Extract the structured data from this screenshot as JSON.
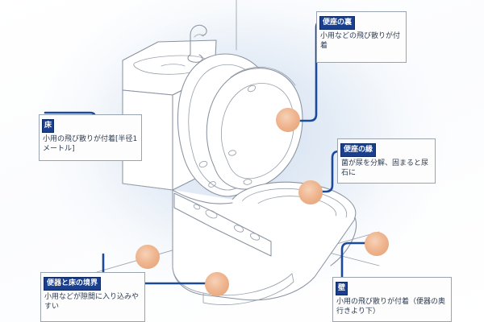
{
  "diagram": {
    "title_alt": "トイレの汚れやすい場所",
    "background_accent": "#d1deee",
    "line_color": "#1b4a9c",
    "header_bg": "#1b3f8f",
    "dot_color": "#efb690",
    "outline_color": "#8a93a0"
  },
  "callouts": [
    {
      "id": "benza-ura",
      "header": "便座の裏",
      "body": "小用などの飛び散りが付着"
    },
    {
      "id": "benza-fuchi",
      "header": "便座の縁",
      "body": "菌が尿を分解、固まると尿石に"
    },
    {
      "id": "yuka",
      "header": "床",
      "body": "小用の飛び散りが付着[半径1メートル]"
    },
    {
      "id": "benki-yuka-kyoukai",
      "header": "便器と床の境界",
      "body": "小用などが隙間に入り込みやすい"
    },
    {
      "id": "kabe",
      "header": "壁",
      "body": "小用の飛び散りが付着（便器の奥行きより下）"
    }
  ],
  "markers": [
    {
      "id": "marker-seat-back",
      "label": "便座の裏"
    },
    {
      "id": "marker-seat-rim",
      "label": "便座の縁"
    },
    {
      "id": "marker-floor",
      "label": "床"
    },
    {
      "id": "marker-base",
      "label": "便器と床の境界"
    },
    {
      "id": "marker-wall",
      "label": "壁"
    }
  ]
}
